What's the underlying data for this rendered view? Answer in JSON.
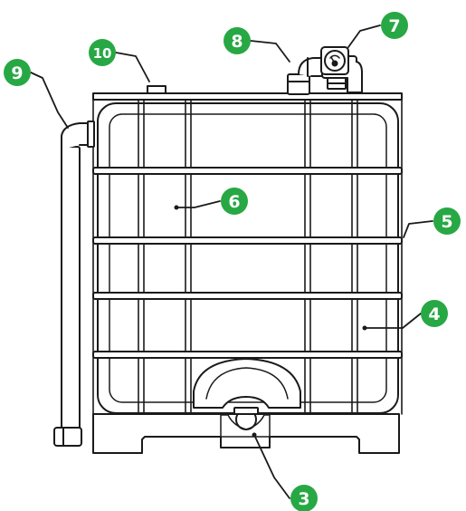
{
  "colors": {
    "callout_fill": "#27a844",
    "callout_text": "#ffffff",
    "line": "#1a1a1a",
    "background": "#ffffff"
  },
  "callouts": [
    {
      "id": "c3",
      "label": "3"
    },
    {
      "id": "c4",
      "label": "4"
    },
    {
      "id": "c5",
      "label": "5"
    },
    {
      "id": "c6",
      "label": "6"
    },
    {
      "id": "c7",
      "label": "7"
    },
    {
      "id": "c8",
      "label": "8"
    },
    {
      "id": "c9",
      "label": "9"
    },
    {
      "id": "c10",
      "label": "10"
    }
  ],
  "icons": {
    "gauge": "pressure-gauge-icon"
  }
}
